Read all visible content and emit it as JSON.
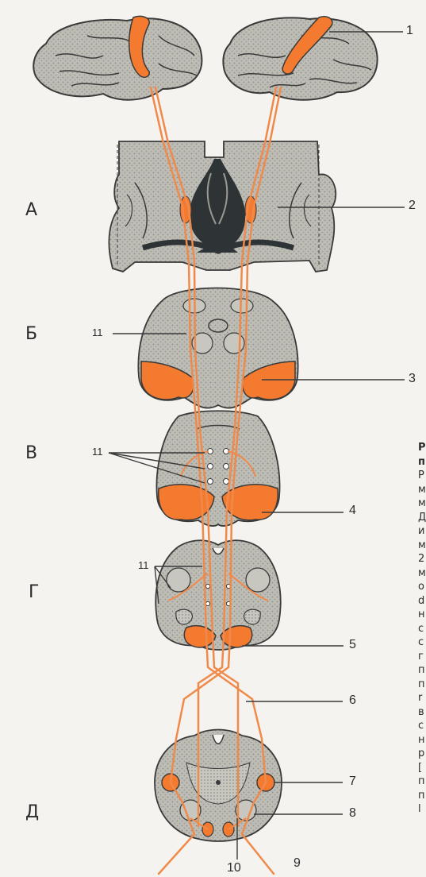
{
  "row_letters": [
    "А",
    "Б",
    "В",
    "Г",
    "Д"
  ],
  "callouts": {
    "c1": "1",
    "c2": "2",
    "c3": "3",
    "c4": "4",
    "c5": "5",
    "c6": "6",
    "c7": "7",
    "c8": "8",
    "c9": "9",
    "c10": "10",
    "c11a": "11",
    "c11b": "11",
    "c11c": "11"
  },
  "side_text_lines": [
    "Р",
    "п",
    "Р",
    "м",
    "м",
    "Д",
    "и",
    "м",
    "2",
    "м",
    "о",
    "d",
    "н",
    "с",
    "с",
    "г",
    "п",
    "п",
    "r",
    "в",
    "с",
    "н",
    "р",
    "[",
    "п",
    "п",
    "l"
  ],
  "colors": {
    "tract": "#f08a4b",
    "highlight": "#f47a30",
    "tissue": "#bfbfb8",
    "outline": "#3a3a3a",
    "ventricle": "#2e3436",
    "background": "#f4f3ef"
  }
}
